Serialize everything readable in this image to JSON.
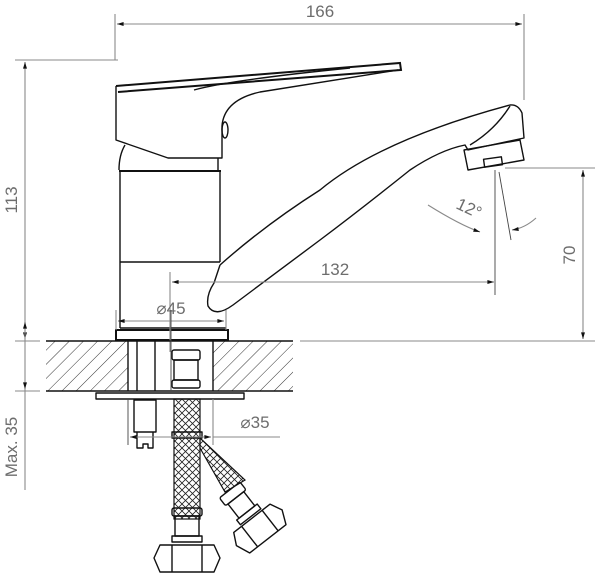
{
  "drawing": {
    "subject": "single-lever basin mixer faucet dimensional drawing",
    "colors": {
      "line": "#111111",
      "dimension": "#8a8a8a",
      "text": "#6d6d6d",
      "background": "#ffffff"
    }
  },
  "dimensions": {
    "overall_length": "166",
    "overall_height": "113",
    "spout_reach": "132",
    "spout_height": "70",
    "spout_angle": "12°",
    "body_diameter": "⌀45",
    "mount_hole_diameter": "⌀35",
    "max_counter_thickness": "Max. 35"
  }
}
